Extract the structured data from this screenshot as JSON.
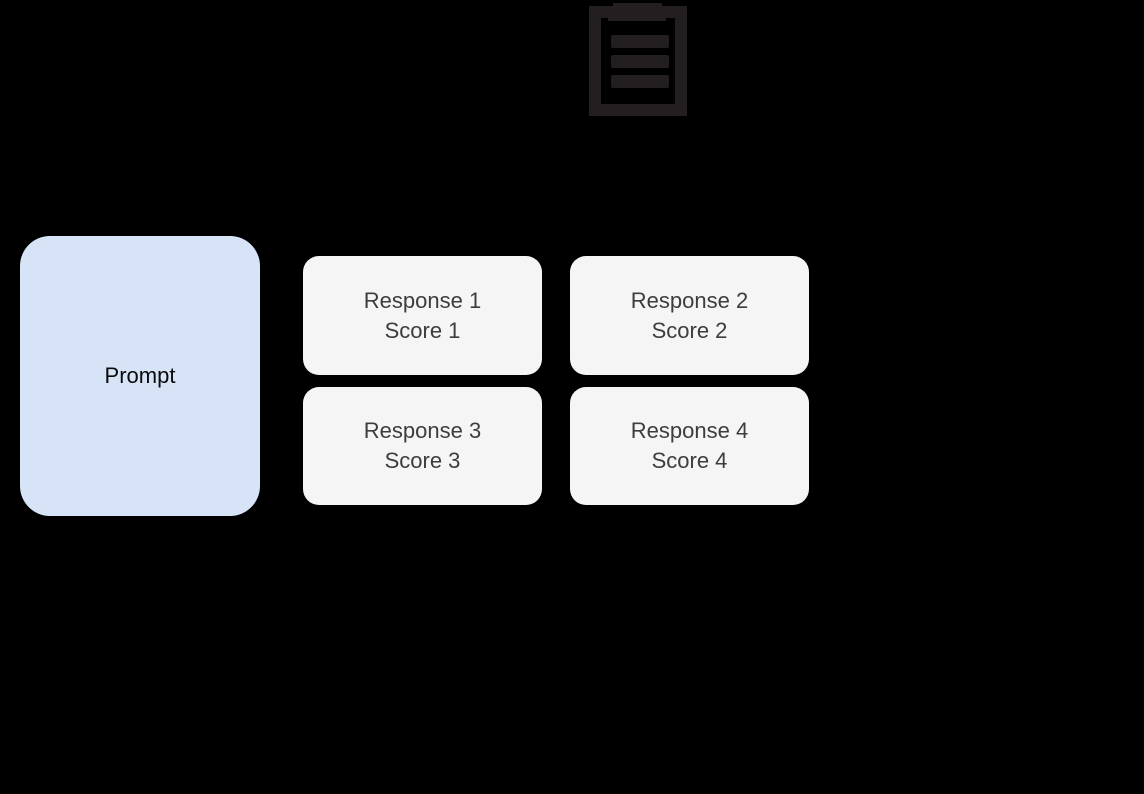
{
  "colors": {
    "background": "#000000",
    "icon": "#231f20",
    "prompt_fill": "#d7e4f8",
    "prompt_text": "#0a0a0a",
    "response_fill": "#f5f5f5",
    "response_text": "#3d3d3d"
  },
  "icon": {
    "name": "clipboard-icon"
  },
  "prompt": {
    "label": "Prompt"
  },
  "responses": [
    {
      "title": "Response 1",
      "subtitle": "Score 1"
    },
    {
      "title": "Response 2",
      "subtitle": "Score 2"
    },
    {
      "title": "Response 3",
      "subtitle": "Score 3"
    },
    {
      "title": "Response 4",
      "subtitle": "Score 4"
    }
  ]
}
